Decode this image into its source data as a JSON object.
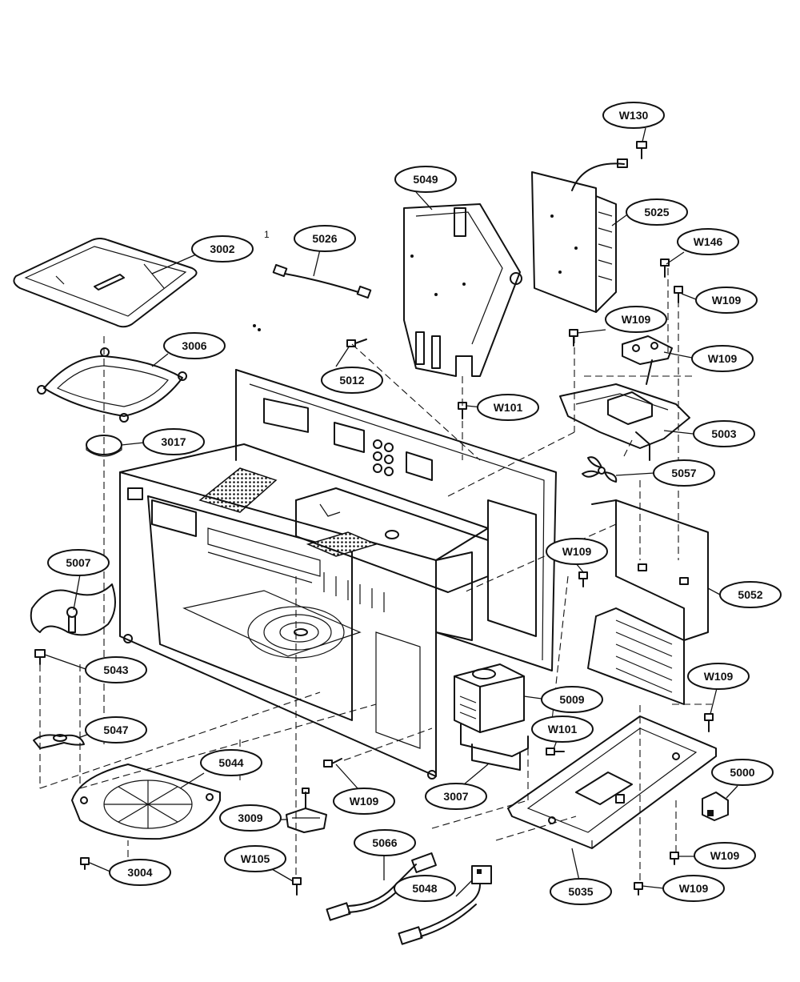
{
  "callouts": [
    {
      "id": "W130",
      "label": "W130"
    },
    {
      "id": "5049",
      "label": "5049"
    },
    {
      "id": "5025",
      "label": "5025"
    },
    {
      "id": "W146",
      "label": "W146"
    },
    {
      "id": "3002",
      "label": "3002"
    },
    {
      "id": "5026",
      "label": "5026"
    },
    {
      "id": "W109-a",
      "label": "W109"
    },
    {
      "id": "W109-b",
      "label": "W109"
    },
    {
      "id": "3006",
      "label": "3006"
    },
    {
      "id": "W109-c",
      "label": "W109"
    },
    {
      "id": "5012",
      "label": "5012"
    },
    {
      "id": "W101-a",
      "label": "W101"
    },
    {
      "id": "3017",
      "label": "3017"
    },
    {
      "id": "5003",
      "label": "5003"
    },
    {
      "id": "5057",
      "label": "5057"
    },
    {
      "id": "5007",
      "label": "5007"
    },
    {
      "id": "W109-d",
      "label": "W109"
    },
    {
      "id": "5052",
      "label": "5052"
    },
    {
      "id": "5043",
      "label": "5043"
    },
    {
      "id": "W109-e",
      "label": "W109"
    },
    {
      "id": "5009",
      "label": "5009"
    },
    {
      "id": "5047",
      "label": "5047"
    },
    {
      "id": "W101-b",
      "label": "W101"
    },
    {
      "id": "5044",
      "label": "5044"
    },
    {
      "id": "5000",
      "label": "5000"
    },
    {
      "id": "W109-f",
      "label": "W109"
    },
    {
      "id": "3007",
      "label": "3007"
    },
    {
      "id": "3009",
      "label": "3009"
    },
    {
      "id": "5066",
      "label": "5066"
    },
    {
      "id": "W105",
      "label": "W105"
    },
    {
      "id": "W109-g",
      "label": "W109"
    },
    {
      "id": "3004",
      "label": "3004"
    },
    {
      "id": "5048",
      "label": "5048"
    },
    {
      "id": "5035",
      "label": "5035"
    },
    {
      "id": "W109-h",
      "label": "W109"
    }
  ],
  "stray_marks": {
    "one": "1"
  }
}
